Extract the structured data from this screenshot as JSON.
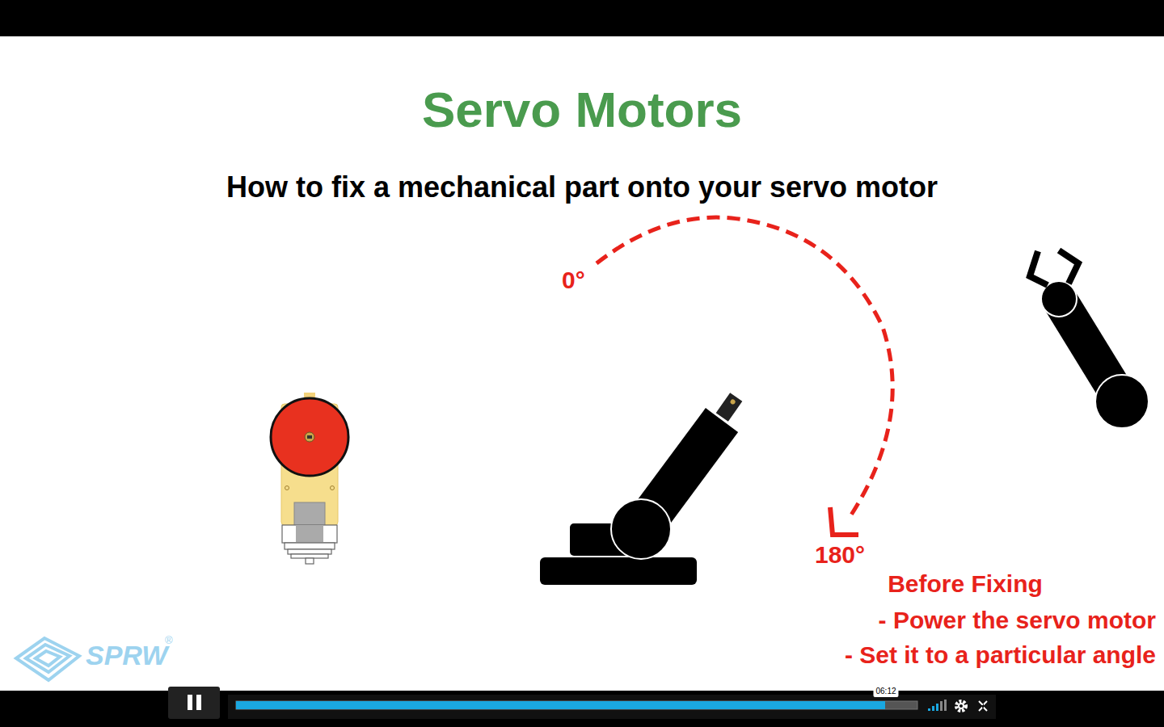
{
  "diagram": {
    "title": "Servo Motors",
    "labels": [
      "How to fix a mechanical part onto your servo motor",
      "0°",
      "180°",
      "Before Fixing",
      "- Power the servo motor",
      "- Set it to a particular angle",
      "SPRW",
      "®",
      "06:12"
    ]
  }
}
